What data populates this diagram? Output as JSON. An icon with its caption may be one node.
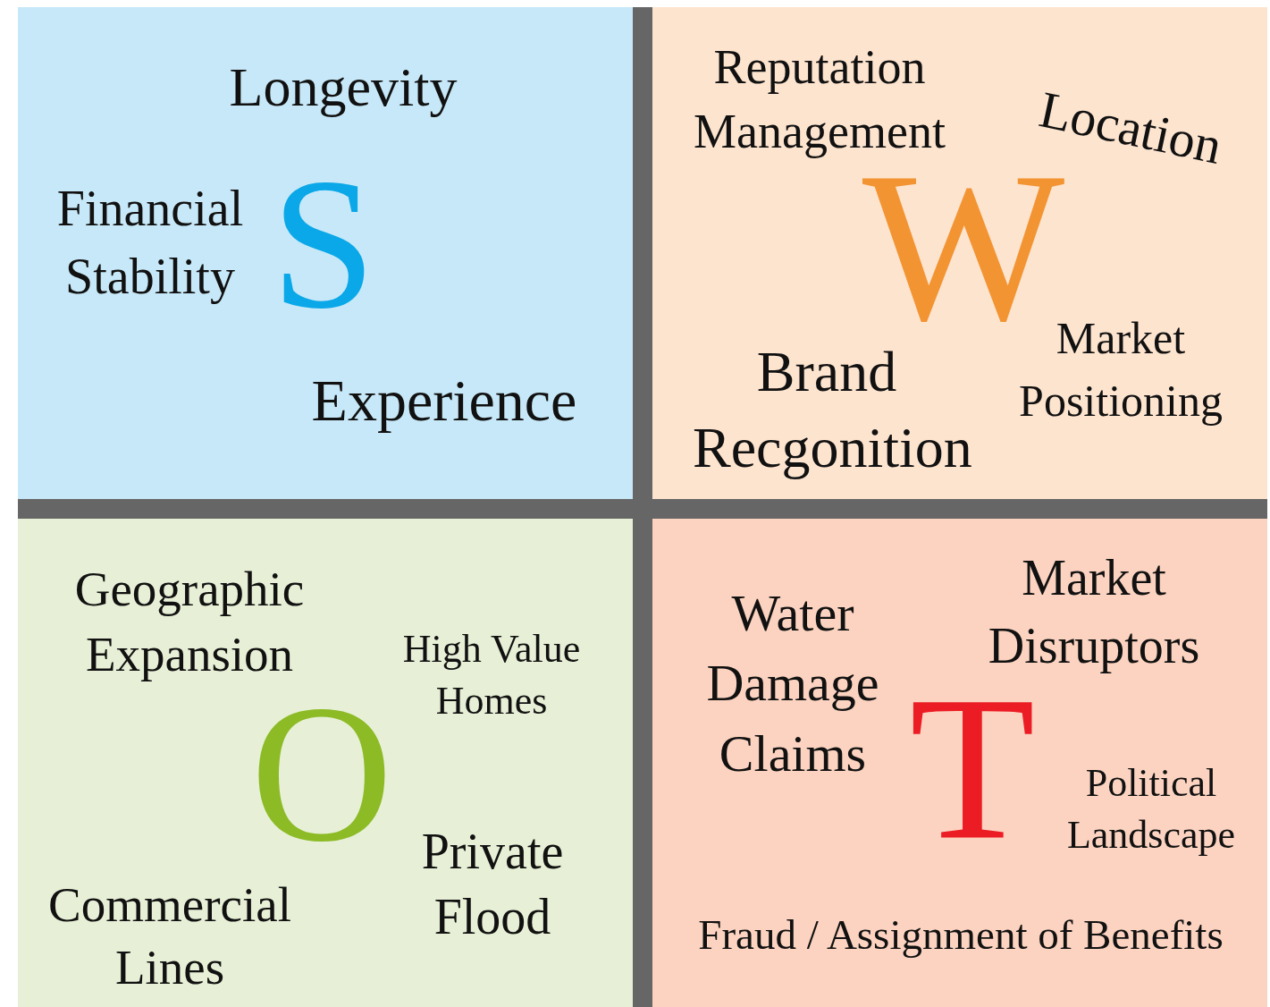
{
  "diagram": {
    "nodes": [
      {
        "text": [
          "Longevity",
          "Financial Stability",
          "S",
          "Experience"
        ]
      },
      {
        "text": [
          "Reputation Management",
          "Location",
          "W",
          "Market Positioning",
          "Brand Recgonition"
        ]
      },
      {
        "text": [
          "Geographic Expansion",
          "High Value Homes",
          "O",
          "Private Flood",
          "Commercial Lines"
        ]
      },
      {
        "text": [
          "Market Disruptors",
          "Water Damage Claims",
          "T",
          "Political Landscape",
          "Fraud / Assignment of Benefits"
        ]
      }
    ],
    "edges": []
  }
}
